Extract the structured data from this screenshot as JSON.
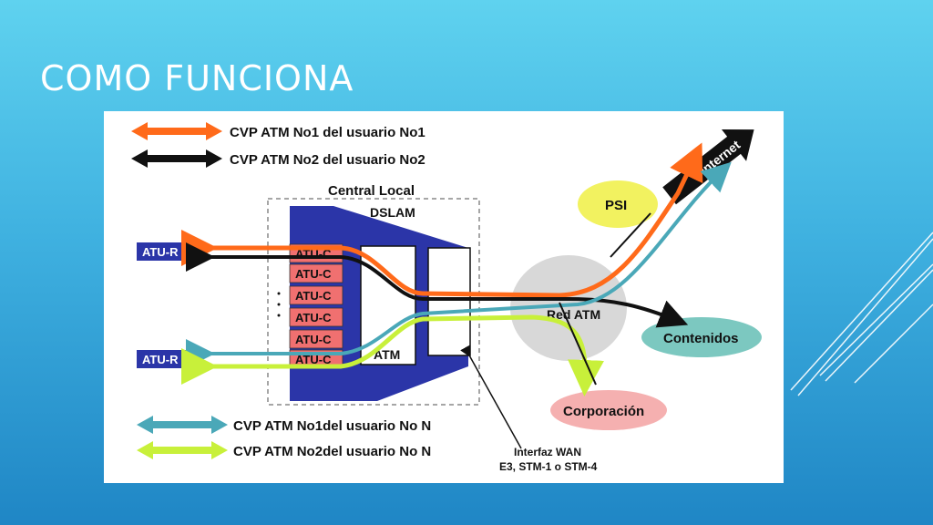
{
  "slide": {
    "title": "COMO FUNCIONA"
  },
  "legend": {
    "top": [
      {
        "label": "CVP ATM No1 del usuario No1",
        "color": "#ff6a1a"
      },
      {
        "label": "CVP ATM No2 del usuario No2",
        "color": "#111111"
      }
    ],
    "bottom": [
      {
        "label": "CVP ATM No1del usuario No N",
        "color": "#4aa8b8"
      },
      {
        "label": "CVP ATM No2del usuario No N",
        "color": "#c8f03a"
      }
    ]
  },
  "central": {
    "title": "Central Local",
    "dslam": "DSLAM",
    "atm": "ATM"
  },
  "atu_r": [
    "ATU-R",
    "ATU-R"
  ],
  "atu_c": [
    "ATU-C",
    "ATU-C",
    "ATU-C",
    "ATU-C",
    "ATU-C",
    "ATU-C"
  ],
  "clouds": {
    "psi": "PSI",
    "internet": "Internet",
    "red_atm": "Red ATM",
    "contenidos": "Contenidos",
    "corporacion": "Corporación"
  },
  "wan": {
    "line1": "Interfaz WAN",
    "line2": "E3, STM-1 o STM-4"
  },
  "colors": {
    "dslam_blue": "#2b35a8",
    "atuc_red": "#f07070",
    "psi_yellow": "#f2f260",
    "contenidos_teal": "#7cc8c0",
    "corporacion_pink": "#f5b0b0",
    "red_atm_gray": "#d8d8d8"
  }
}
